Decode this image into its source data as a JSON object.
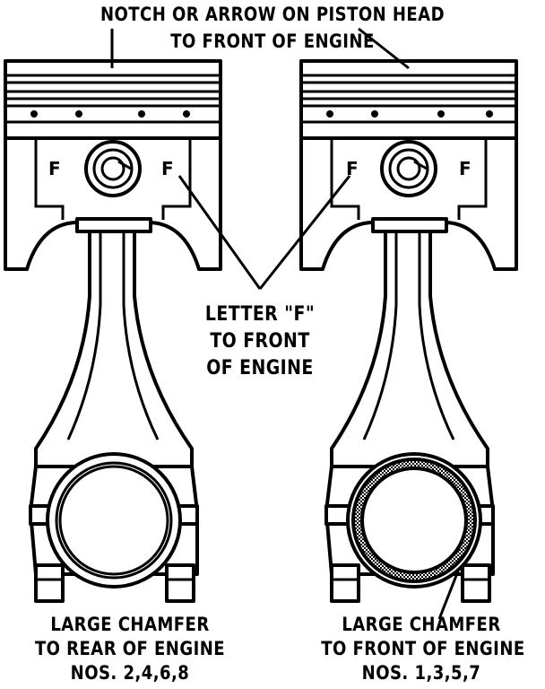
{
  "labels": {
    "top_line1": "NOTCH OR ARROW ON PISTON HEAD",
    "top_line2": "TO FRONT OF ENGINE",
    "mid_line1": "LETTER \"F\"",
    "mid_line2": "TO FRONT",
    "mid_line3": "OF ENGINE",
    "left_line1": "LARGE CHAMFER",
    "left_line2": "TO REAR OF ENGINE",
    "left_line3": "NOS. 2,4,6,8",
    "right_line1": "LARGE CHAMFER",
    "right_line2": "TO FRONT OF ENGINE",
    "right_line3": "NOS. 1,3,5,7",
    "piston_mark": "F"
  },
  "colors": {
    "ink": "#000000",
    "paper": "#ffffff"
  }
}
